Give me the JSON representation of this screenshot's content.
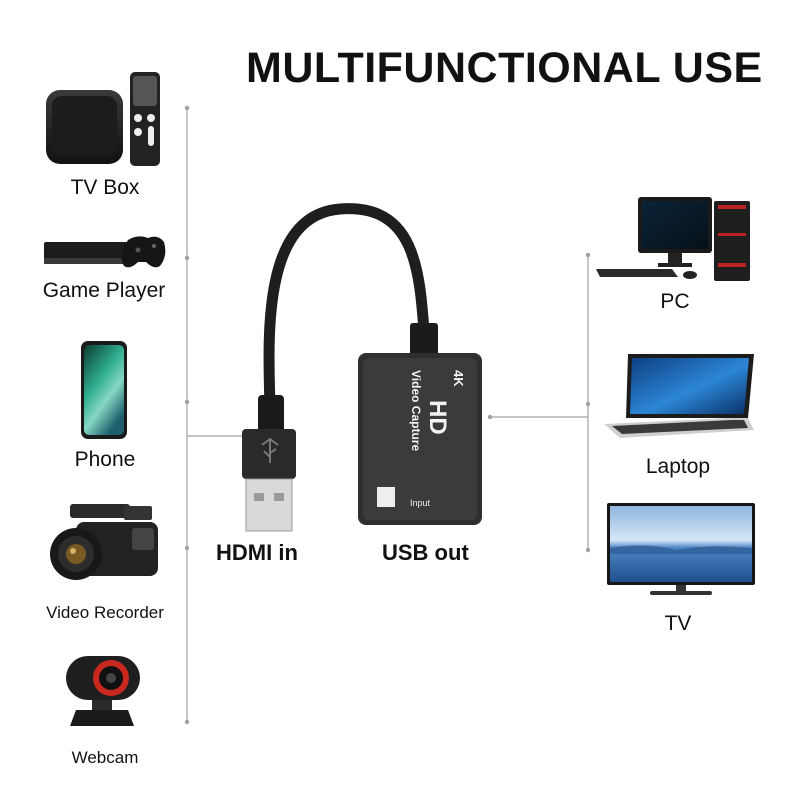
{
  "title": "MULTIFUNCTIONAL USE",
  "left_devices": [
    {
      "label": "TV Box",
      "icon": "tv-box-icon"
    },
    {
      "label": "Game Player",
      "icon": "game-console-icon"
    },
    {
      "label": "Phone",
      "icon": "smartphone-icon"
    },
    {
      "label": "Video Recorder",
      "icon": "video-camera-icon"
    },
    {
      "label": "Webcam",
      "icon": "webcam-icon"
    }
  ],
  "right_devices": [
    {
      "label": "PC",
      "icon": "desktop-pc-icon"
    },
    {
      "label": "Laptop",
      "icon": "laptop-icon"
    },
    {
      "label": "TV",
      "icon": "television-icon"
    }
  ],
  "product": {
    "label_4k": "4K",
    "brand_line": "HD",
    "subtitle": "Video Capture",
    "port_text": "Input",
    "hdmi_label": "HDMI in",
    "usb_label": "USB out"
  },
  "colors": {
    "line": "#9a9a9a",
    "device_body": "#2b2b2b",
    "text": "#111111"
  }
}
